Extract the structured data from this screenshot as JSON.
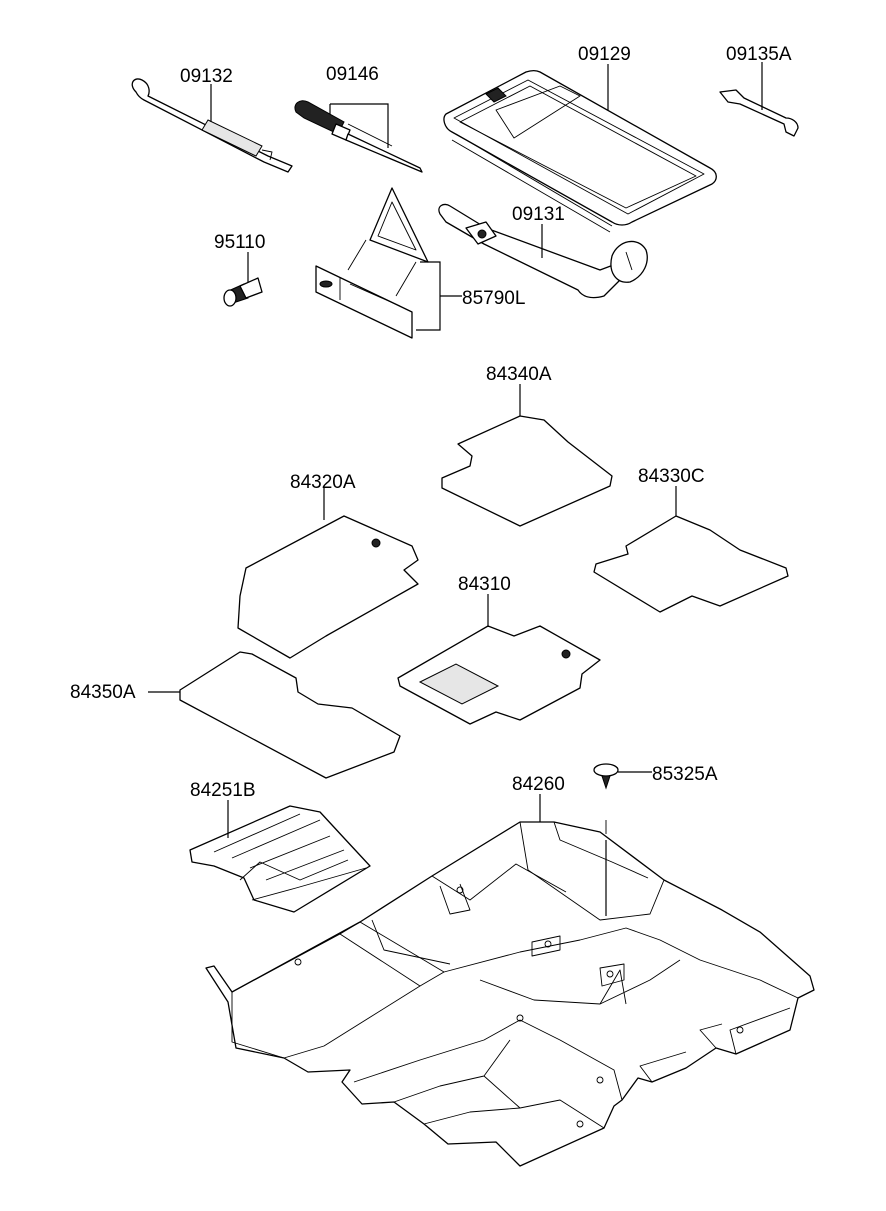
{
  "parts": [
    {
      "id": "p09132",
      "number": "09132",
      "description": "jack-handle"
    },
    {
      "id": "p09146",
      "number": "09146",
      "description": "screwdriver"
    },
    {
      "id": "p09129",
      "number": "09129",
      "description": "tool-case-tray"
    },
    {
      "id": "p09135A",
      "number": "09135A",
      "description": "spanner"
    },
    {
      "id": "p95110",
      "number": "95110",
      "description": "plug"
    },
    {
      "id": "p09131",
      "number": "09131",
      "description": "wheel-wrench"
    },
    {
      "id": "p85790L",
      "number": "85790L",
      "description": "warning-triangle"
    },
    {
      "id": "p84340A",
      "number": "84340A",
      "description": "floor-mat-rear-right"
    },
    {
      "id": "p84320A",
      "number": "84320A",
      "description": "floor-mat-front-left"
    },
    {
      "id": "p84330C",
      "number": "84330C",
      "description": "floor-mat-rear-left"
    },
    {
      "id": "p84310",
      "number": "84310",
      "description": "floor-mat-front-right"
    },
    {
      "id": "p84350A",
      "number": "84350A",
      "description": "floor-mat-rear-center"
    },
    {
      "id": "p84251B",
      "number": "84251B",
      "description": "floor-covering-section"
    },
    {
      "id": "p84260",
      "number": "84260",
      "description": "floor-carpet-assembly"
    },
    {
      "id": "p85325A",
      "number": "85325A",
      "description": "clip-fastener"
    }
  ]
}
